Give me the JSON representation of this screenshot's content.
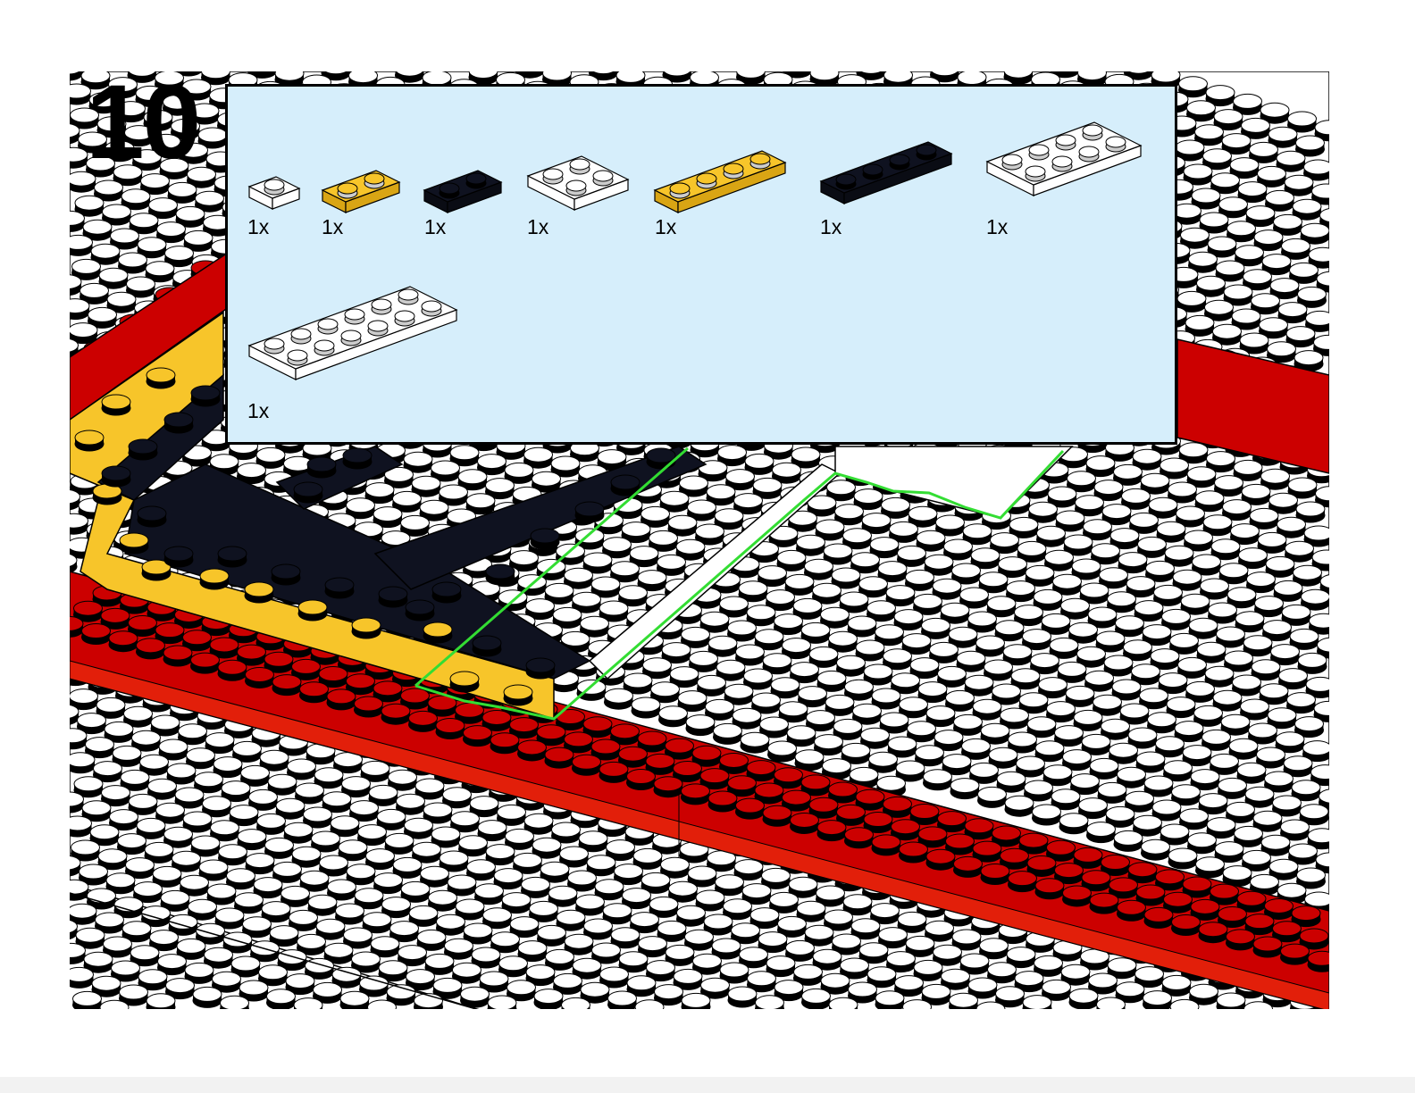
{
  "step": {
    "number": "10"
  },
  "colors": {
    "white": "#ffffff",
    "red": "#cc0000",
    "yellow": "#f7c52a",
    "black": "#0f1220",
    "highlight": "#33dd33",
    "panel_bg": "#d6eefb"
  },
  "parts": [
    {
      "name": "plate-1x1-white",
      "color": "white",
      "qty": "1x"
    },
    {
      "name": "plate-1x2-yellow",
      "color": "yellow",
      "qty": "1x"
    },
    {
      "name": "plate-1x2-black",
      "color": "black",
      "qty": "1x"
    },
    {
      "name": "plate-2x2-white",
      "color": "white",
      "qty": "1x"
    },
    {
      "name": "plate-1x4-yellow",
      "color": "yellow",
      "qty": "1x"
    },
    {
      "name": "plate-1x4-black",
      "color": "black",
      "qty": "1x"
    },
    {
      "name": "plate-2x4-white",
      "color": "white",
      "qty": "1x"
    },
    {
      "name": "plate-2x6-white",
      "color": "white",
      "qty": "1x"
    }
  ]
}
